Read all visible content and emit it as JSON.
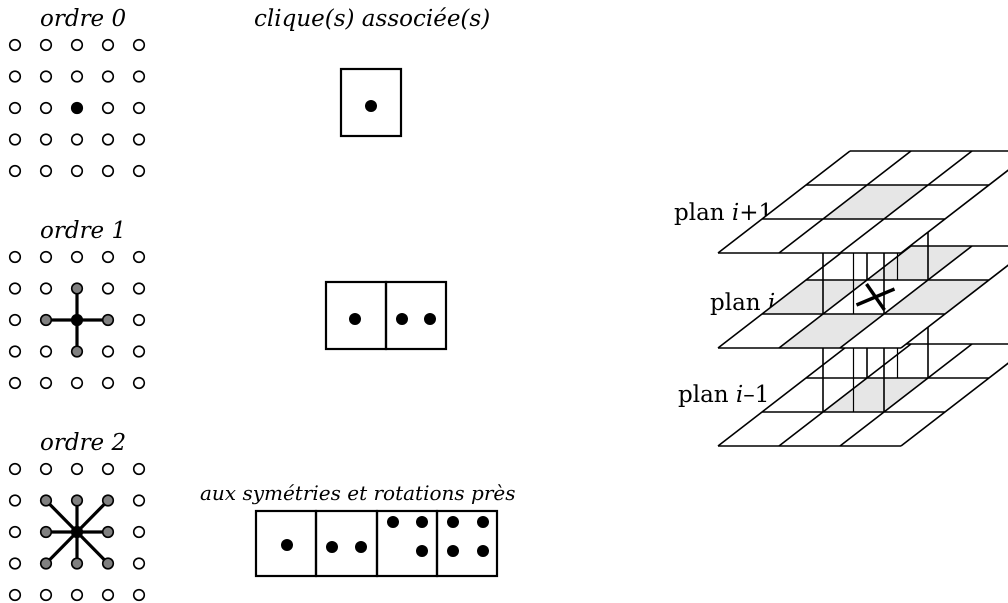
{
  "headers": {
    "order0": "ordre 0",
    "cliques": "clique(s) associée(s)",
    "order1": "ordre 1",
    "order2": "ordre 2",
    "symmetry_note": "aux symétries et rotations près"
  },
  "planes": {
    "upper_prefix": "plan ",
    "upper_var": "i",
    "upper_suffix": "+1",
    "middle_prefix": "plan ",
    "middle_var": "i",
    "lower_prefix": "plan ",
    "lower_var": "i",
    "lower_suffix": "–1"
  },
  "colors": {
    "ink": "#000000",
    "neighbor": "#808080",
    "shade": "#e6e6e6"
  }
}
